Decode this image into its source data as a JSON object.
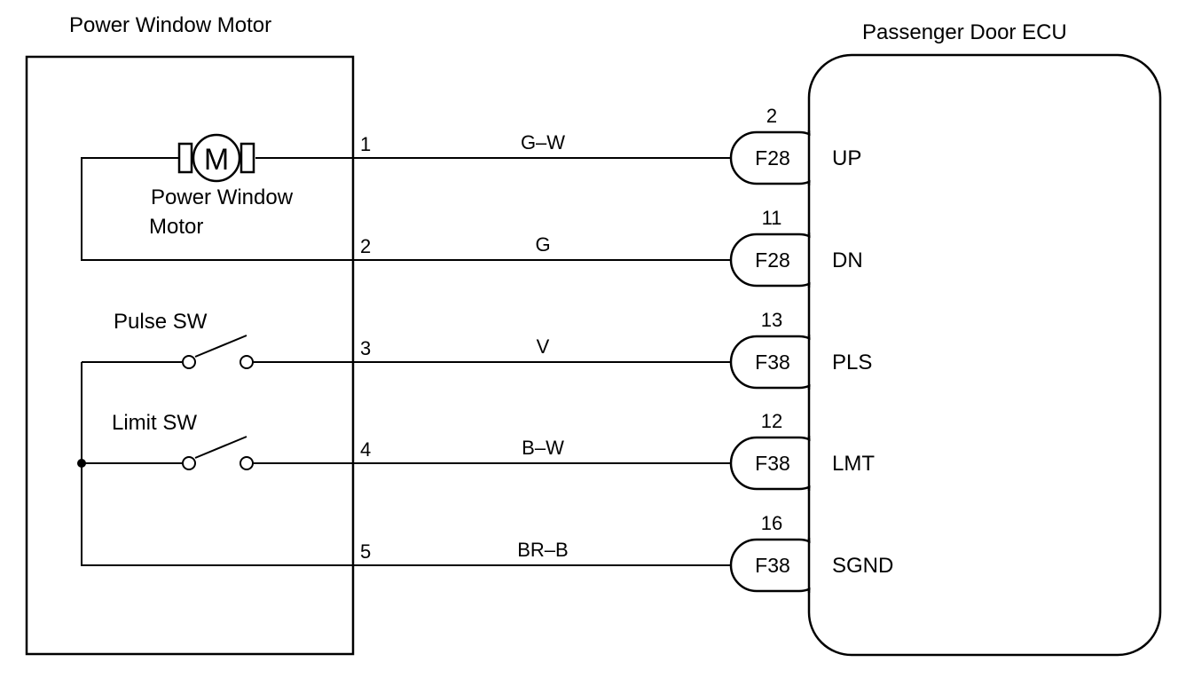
{
  "motor_block": {
    "title": "Power Window Motor",
    "motor_symbol": "M",
    "motor_label_line1": "Power Window",
    "motor_label_line2": "Motor",
    "pulse_switch_label": "Pulse SW",
    "limit_switch_label": "Limit SW"
  },
  "ecu_block": {
    "title": "Passenger Door ECU"
  },
  "circuits": [
    {
      "motor_pin": "1",
      "wire_color": "G–W",
      "ecu_pin": "2",
      "connector": "F28",
      "signal": "UP"
    },
    {
      "motor_pin": "2",
      "wire_color": "G",
      "ecu_pin": "11",
      "connector": "F28",
      "signal": "DN"
    },
    {
      "motor_pin": "3",
      "wire_color": "V",
      "ecu_pin": "13",
      "connector": "F38",
      "signal": "PLS"
    },
    {
      "motor_pin": "4",
      "wire_color": "B–W",
      "ecu_pin": "12",
      "connector": "F38",
      "signal": "LMT"
    },
    {
      "motor_pin": "5",
      "wire_color": "BR–B",
      "ecu_pin": "16",
      "connector": "F38",
      "signal": "SGND"
    }
  ]
}
